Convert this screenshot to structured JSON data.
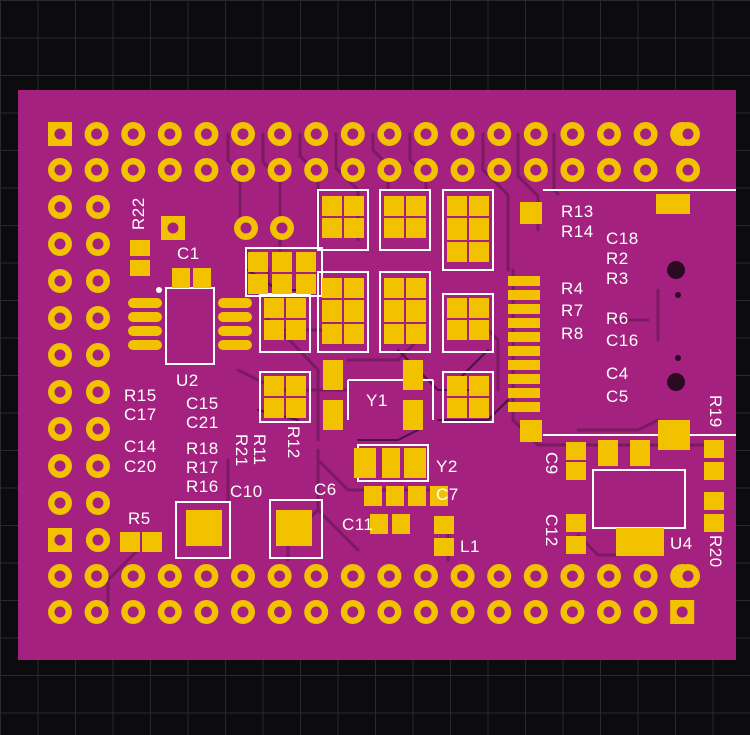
{
  "colors": {
    "background": "#0c0c0e",
    "grid_line": "#2a2a2e",
    "board": "#a5217f",
    "copper_pad": "#f2c200",
    "silkscreen": "#ffffff",
    "trace": "#7a1a62",
    "trace_inner": "#4a1246",
    "drill_hole": "#a5217f"
  },
  "components": {
    "R22": "R22",
    "C1": "C1",
    "U2": "U2",
    "R15": "R15",
    "C17": "C17",
    "C15": "C15",
    "C21": "C21",
    "C14": "C14",
    "C20": "C20",
    "R18": "R18",
    "R17": "R17",
    "R16": "R16",
    "R11": "R11",
    "R21": "R21",
    "R12": "R12",
    "C10": "C10",
    "R5": "R5",
    "Y1": "Y1",
    "Y2": "Y2",
    "C6": "C6",
    "C7": "C7",
    "C11": "C11",
    "L1": "L1",
    "C9": "C9",
    "C12": "C12",
    "R13": "R13",
    "R14": "R14",
    "C18": "C18",
    "R2": "R2",
    "R3": "R3",
    "R4": "R4",
    "R7": "R7",
    "R8": "R8",
    "R6": "R6",
    "C16": "C16",
    "C4": "C4",
    "C5": "C5",
    "R19": "R19",
    "U4": "U4",
    "R20": "R20"
  }
}
